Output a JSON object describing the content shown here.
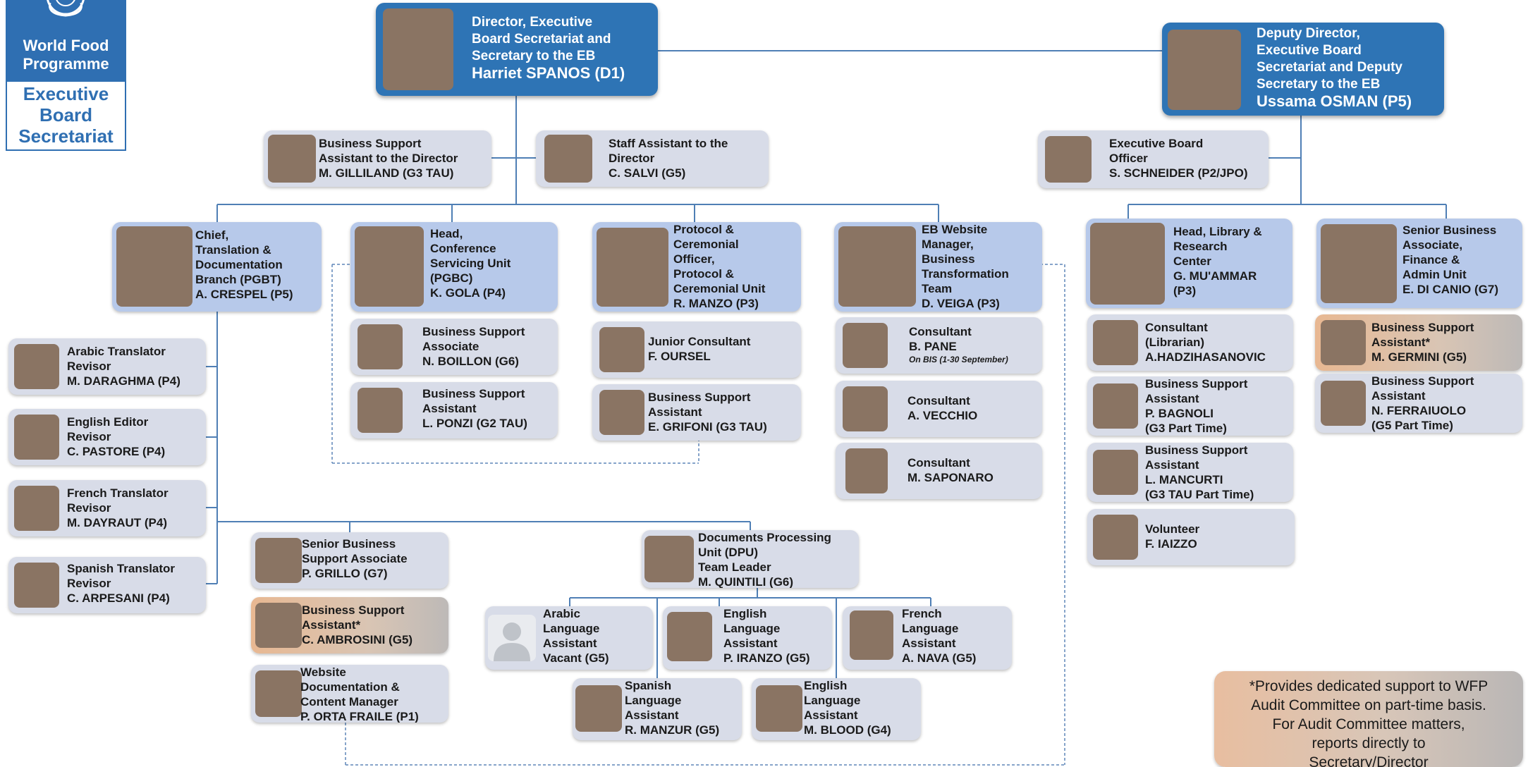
{
  "logo": {
    "org_line1": "World Food",
    "org_line2": "Programme",
    "unit_line1": "Executive",
    "unit_line2": "Board",
    "unit_line3": "Secretariat"
  },
  "boxes": {
    "director": [
      "Director, Executive",
      "Board Secretariat and",
      "Secretary to the EB",
      "Harriet SPANOS (D1)"
    ],
    "deputy": [
      "Deputy Director,",
      "Executive Board",
      "Secretariat and Deputy",
      "Secretary to the EB",
      "Ussama OSMAN (P5)"
    ],
    "gilliland": [
      "Business Support",
      "Assistant to the Director",
      "M. GILLILAND (G3 TAU)"
    ],
    "salvi": [
      "Staff Assistant to the",
      "Director",
      "C. SALVI (G5)"
    ],
    "schneider": [
      "Executive Board",
      "Officer",
      "S. SCHNEIDER (P2/JPO)"
    ],
    "crespel": [
      "Chief,",
      "Translation  &",
      "Documentation",
      "Branch (PGBT)",
      "A. CRESPEL (P5)"
    ],
    "gola": [
      "Head,",
      "Conference",
      "Servicing Unit",
      "(PGBC)",
      "K. GOLA (P4)"
    ],
    "manzo": [
      "Protocol &",
      "Ceremonial",
      "Officer,",
      "Protocol &",
      "Ceremonial Unit",
      "R. MANZO (P3)"
    ],
    "veiga": [
      "EB Website",
      "Manager,",
      "Business",
      "Transformation",
      "Team",
      "D. VEIGA (P3)"
    ],
    "muammar": [
      "Head, Library &",
      "Research",
      "Center",
      "G. MU'AMMAR",
      "(P3)"
    ],
    "dicanio": [
      "Senior Business",
      "Associate,",
      "Finance &",
      "Admin Unit",
      "E. DI CANIO (G7)"
    ],
    "daraghma": [
      "Arabic Translator",
      "Revisor",
      "M. DARAGHMA (P4)"
    ],
    "pastore": [
      "English Editor",
      "Revisor",
      "C. PASTORE (P4)"
    ],
    "dayraut": [
      "French Translator",
      "Revisor",
      "M. DAYRAUT (P4)"
    ],
    "arpesani": [
      "Spanish Translator",
      "Revisor",
      "C. ARPESANI (P4)"
    ],
    "boillon": [
      "Business Support",
      "Associate",
      "N. BOILLON (G6)"
    ],
    "ponzi": [
      "Business Support",
      "Assistant",
      "L. PONZI (G2 TAU)"
    ],
    "oursel": [
      "Junior Consultant",
      "F. OURSEL"
    ],
    "grifoni": [
      "Business Support",
      "Assistant",
      "E. GRIFONI (G3 TAU)"
    ],
    "pane": [
      "Consultant",
      "B. PANE",
      "On BIS (1-30 September)"
    ],
    "vecchio": [
      "Consultant",
      "A. VECCHIO"
    ],
    "saponaro": [
      "Consultant",
      "M. SAPONARO"
    ],
    "hadzihasanovic": [
      "Consultant",
      "(Librarian)",
      "A.HADZIHASANOVIC"
    ],
    "bagnoli": [
      "Business Support",
      "Assistant",
      "P. BAGNOLI",
      "(G3 Part Time)"
    ],
    "mancurti": [
      "Business Support",
      "Assistant",
      "L. MANCURTI",
      "(G3 TAU Part Time)"
    ],
    "iaizzo": [
      "Volunteer",
      "F. IAIZZO"
    ],
    "germini": [
      "Business Support",
      "Assistant*",
      "M. GERMINI (G5)"
    ],
    "ferraiuolo": [
      "Business Support",
      "Assistant",
      "N. FERRAIUOLO",
      "(G5 Part Time)"
    ],
    "grillo": [
      "Senior Business",
      "Support Associate",
      "P. GRILLO (G7)"
    ],
    "ambrosini": [
      "Business Support",
      "Assistant*",
      "C. AMBROSINI (G5)"
    ],
    "ortafraile": [
      "Website",
      "Documentation &",
      "Content Manager",
      "P. ORTA FRAILE (P1)"
    ],
    "quintili": [
      "Documents Processing",
      "Unit (DPU)",
      "Team Leader",
      "M. QUINTILI (G6)"
    ],
    "arabic_vacant": [
      "Arabic",
      "Language",
      "Assistant",
      "Vacant (G5)"
    ],
    "iranzo": [
      "English",
      "Language",
      "Assistant",
      "P. IRANZO (G5)"
    ],
    "nava": [
      "French",
      "Language",
      "Assistant",
      "A. NAVA (G5)"
    ],
    "manzur": [
      "Spanish",
      "Language",
      "Assistant",
      "R. MANZUR (G5)"
    ],
    "blood": [
      "English",
      "Language",
      "Assistant",
      "M. BLOOD (G4)"
    ]
  },
  "note": [
    "*Provides dedicated support to WFP",
    "Audit Committee on part-time basis.",
    "For Audit Committee matters,",
    "reports directly to",
    "Secretary/Director"
  ],
  "colors": {
    "primary_blue": "#2e74b5",
    "box_grey": "#d8dce8",
    "box_highlight": "#b7c9ea",
    "peach": "#e8b892"
  }
}
